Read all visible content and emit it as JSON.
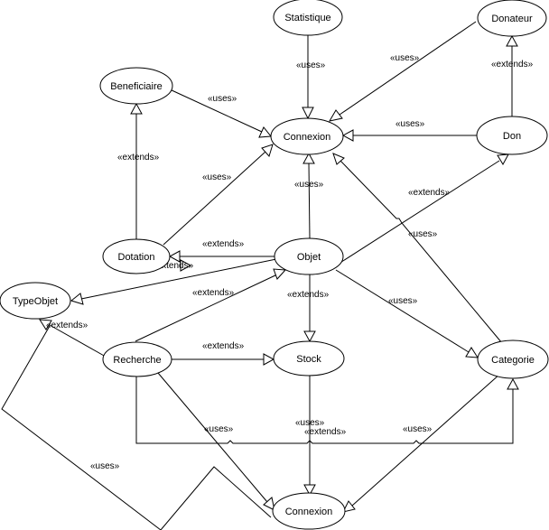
{
  "nodes": {
    "statistique": "Statistique",
    "donateur": "Donateur",
    "beneficiaire": "Beneficiaire",
    "connexion_top": "Connexion",
    "don": "Don",
    "dotation": "Dotation",
    "objet": "Objet",
    "typeobjet": "TypeObjet",
    "recherche": "Recherche",
    "stock": "Stock",
    "categorie": "Categorie",
    "connexion_bottom": "Connexion"
  },
  "edges": {
    "statistique_connexion": "«uses»",
    "donateur_connexion": "«uses»",
    "don_donateur": "«extends»",
    "beneficiaire_connexion": "«uses»",
    "dotation_beneficiaire": "«extends»",
    "dotation_connexion": "«uses»",
    "don_connexion": "«uses»",
    "objet_connexion": "«uses»",
    "objet_don": "«extends»",
    "categorie_connexion": "«uses»",
    "objet_dotation_a": "«extends»",
    "objet_dotation_b": "«extends»",
    "recherche_objet": "«extends»",
    "objet_stock": "«extends»",
    "objet_categorie": "«uses»",
    "recherche_typeobjet": "«extends»",
    "recherche_stock": "«extends»",
    "recherche_connexion": "«uses»",
    "stock_connexion": "«uses»",
    "stock_extends": "«extends»",
    "categorie_connexion_bottom": "«uses»",
    "typeobjet_connexion": "«uses»"
  }
}
